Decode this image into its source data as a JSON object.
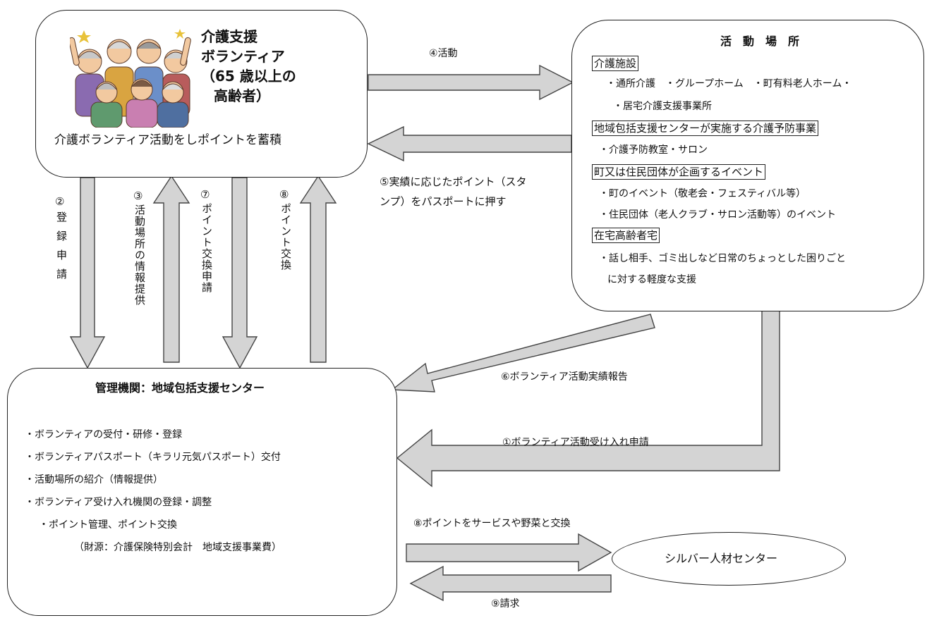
{
  "volunteer": {
    "title_line1": "介護支援",
    "title_line2": "ボランティア",
    "title_line3": "（65 歳以上の",
    "title_line4": "高齢者）",
    "desc": "介護ボランティア活動をしポイントを蓄積"
  },
  "places": {
    "title": "活　動　場　所",
    "h1": "介護施設",
    "h1_item1": "・通所介護　・グループホーム　・町有料老人ホーム・",
    "h1_item2": "・居宅介護支援事業所",
    "h2": "地域包括支援センターが実施する介護予防事業",
    "h2_item1": "・介護予防教室・サロン",
    "h3": "町又は住民団体が企画するイベント",
    "h3_item1": "・町のイベント（敬老会・フェスティバル等）",
    "h3_item2": "・住民団体（老人クラブ・サロン活動等）のイベント",
    "h4": "在宅高齢者宅",
    "h4_item1": "・話し相手、ゴミ出しなど日常のちょっとした困りごと",
    "h4_item2": "に対する軽度な支援"
  },
  "center": {
    "title": "管理機関：地域包括支援センター",
    "item1": "・ボランティアの受付・研修・登録",
    "item2": "・ボランティアパスポート（キラリ元気パスポート）交付",
    "item3": "・活動場所の紹介（情報提供）",
    "item4": "・ボランティア受け入れ機関の登録・調整",
    "item5": "・ポイント管理、ポイント交換",
    "item6": "（財源：介護保険特別会計　地域支援事業費）"
  },
  "silver": {
    "label": "シルバー人材センター"
  },
  "labels": {
    "activity": "④活動",
    "stamp_line1": "⑤実績に応じたポイント（スタ",
    "stamp_line2": "ンプ）をパスポートに押す",
    "report": "⑥ボランティア活動実績報告",
    "accept": "①ボランティア活動受け入れ申請",
    "exchange_service": "⑧ポイントをサービスや野菜と交換",
    "billing": "⑨請求",
    "v_register_num": "②",
    "v_register": "登録申請",
    "v_info_num": "③",
    "v_info": "活動場所の情報提供",
    "v_apply_num": "⑦",
    "v_apply": "ポイント交換申請",
    "v_exchange_num": "⑧",
    "v_exchange": "ポイント交換"
  },
  "colors": {
    "arrow_fill": "#d4d4d4",
    "arrow_stroke": "#444444",
    "border": "#222222"
  }
}
